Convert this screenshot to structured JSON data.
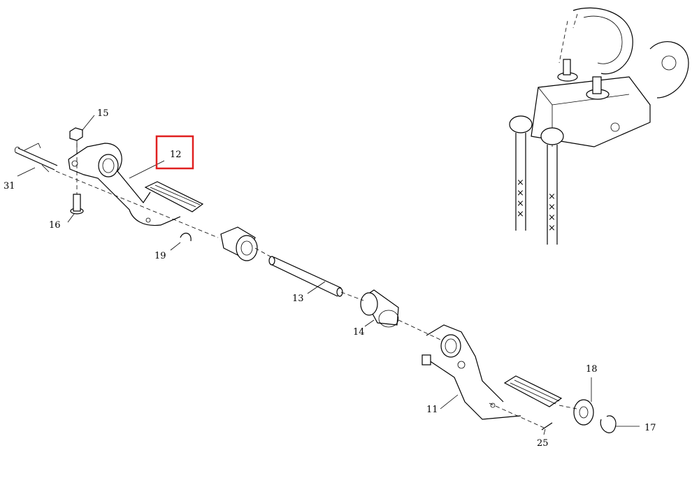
{
  "labels": {
    "p11": "11",
    "p12": "12",
    "p13": "13",
    "p14": "14",
    "p15": "15",
    "p16": "16",
    "p17": "17",
    "p18": "18",
    "p19": "19",
    "p25": "25",
    "p31": "31"
  },
  "highlight": {
    "part": "12",
    "color": "#e02020"
  }
}
